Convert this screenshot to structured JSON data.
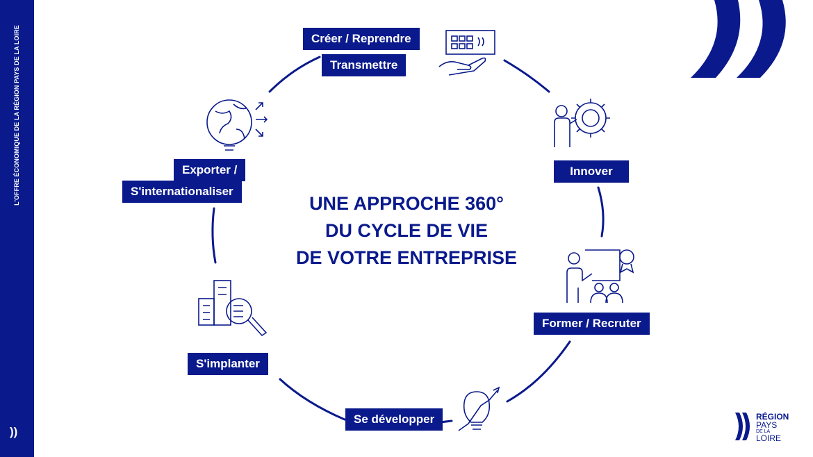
{
  "sidebar": {
    "text": "L'OFFRE ÉCONOMIQUE DE LA RÉGION PAYS DE LA LOIRE",
    "logo": "))"
  },
  "headline": {
    "line1": "UNE APPROCHE 360°",
    "line2": "DU CYCLE DE VIE",
    "line3": "DE VOTRE ENTREPRISE"
  },
  "stages": {
    "creer": "Créer / Reprendre",
    "transmettre": "Transmettre",
    "innover": "Innover",
    "former": "Former / Recruter",
    "developper": "Se développer",
    "implanter": "S'implanter",
    "exporter_l1": "Exporter /",
    "exporter_l2": "S'internationaliser"
  },
  "brand": {
    "line1": "RÉGION",
    "line2": "PAYS",
    "line3": "DE LA",
    "line4": "LOIRE"
  },
  "icons": [
    "building-handshake-icon",
    "person-gear-icon",
    "teacher-award-icon",
    "lightbulb-growth-icon",
    "buildings-magnifier-icon",
    "globe-arrows-icon"
  ],
  "colors": {
    "primary": "#0a1a8c",
    "background": "#ffffff"
  }
}
